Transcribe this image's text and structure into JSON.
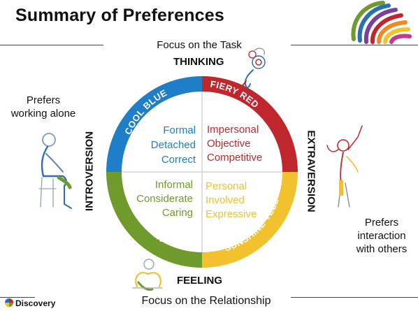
{
  "title": "Summary of Preferences",
  "captions": {
    "top": "Focus on the Task",
    "bottom": "Focus on the Relationship",
    "left": [
      "Prefers",
      "working alone"
    ],
    "right": [
      "Prefers",
      "interaction",
      "with others"
    ]
  },
  "axes": {
    "top": "THINKING",
    "bottom": "FEELING",
    "left": "INTROVERSION",
    "right": "EXTRAVERSION"
  },
  "quadrants": {
    "cool_blue": {
      "name": "COOL BLUE",
      "color": "#1e7ec8",
      "traits": [
        "Formal",
        "Detached",
        "Correct"
      ]
    },
    "fiery_red": {
      "name": "FIERY RED",
      "color": "#c0272d",
      "traits": [
        "Impersonal",
        "Objective",
        "Competitive"
      ]
    },
    "earth_green": {
      "name": "EARTH GREEN",
      "color": "#6f9a2c",
      "traits": [
        "Informal",
        "Considerate",
        "Caring"
      ]
    },
    "sunshine_yellow": {
      "name": "SUNSHINE YELLOW",
      "color": "#f2c12e",
      "traits": [
        "Personal",
        "Involved",
        "Expressive"
      ]
    }
  },
  "logo": {
    "text": "Discovery",
    "icon": "discovery-swirl-icon"
  },
  "decor": {
    "corner_logo": "rainbow-sphere-icon"
  }
}
